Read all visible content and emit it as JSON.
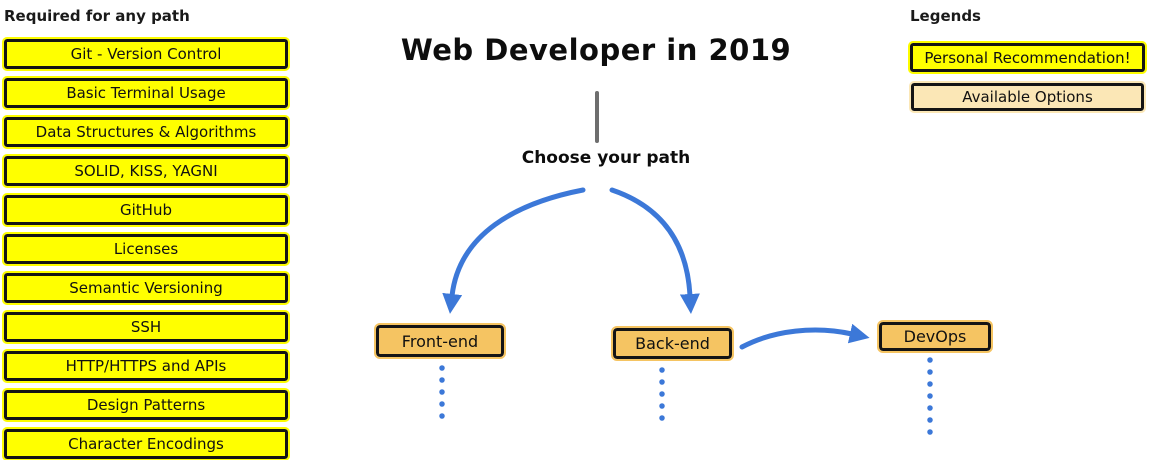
{
  "title": "Web Developer in 2019",
  "choose_path_label": "Choose your path",
  "required": {
    "header": "Required for any path",
    "items": [
      "Git - Version Control",
      "Basic Terminal Usage",
      "Data Structures & Algorithms",
      "SOLID, KISS, YAGNI",
      "GitHub",
      "Licenses",
      "Semantic Versioning",
      "SSH",
      "HTTP/HTTPS and APIs",
      "Design Patterns",
      "Character Encodings"
    ]
  },
  "paths": {
    "front_end": "Front-end",
    "back_end": "Back-end",
    "devops": "DevOps"
  },
  "legends": {
    "header": "Legends",
    "personal_recommendation": "Personal Recommendation!",
    "available_options": "Available Options"
  },
  "colors": {
    "recommendation_yellow": "#FFFF00",
    "option_gold": "#F5C462",
    "option_tan": "#FBE7B6",
    "arrow_blue": "#3C78D8",
    "divider_gray": "#6E6E6E",
    "border_black": "#141414"
  }
}
